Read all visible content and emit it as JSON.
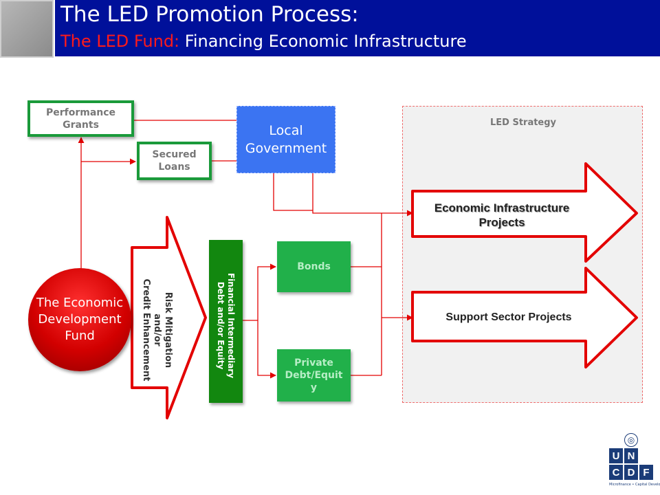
{
  "header": {
    "title": "The LED Promotion Process:",
    "subtitle_highlight": "The LED Fund:",
    "subtitle_rest": " Financing Economic Infrastructure"
  },
  "nodes": {
    "performance_grants": "Performance Grants",
    "secured_loans": "Secured Loans",
    "local_government": "Local Government",
    "led_strategy": "LED Strategy",
    "economic_infrastructure_projects": "Economic Infrastructure Projects",
    "support_sector_projects": "Support Sector Projects",
    "fund": "The Economic Development Fund",
    "risk_mitigation": [
      "Risk Mitigation",
      "and/or",
      "Credit Enhancement"
    ],
    "financial_intermediary": [
      "Financial Intermediary",
      "Debt and/or Equity"
    ],
    "bonds": "Bonds",
    "private_debt_equity": "Private Debt/Equit y"
  },
  "logo": {
    "letters": [
      "U",
      "N",
      "C",
      "D",
      "F"
    ],
    "tagline": "Microfinance • Capital Development"
  },
  "colors": {
    "title_bar": "#00109a",
    "accent_red": "#e30000",
    "green": "#1a9a3a",
    "local_government": "#3b74f2",
    "logo": "#1b3c78"
  }
}
